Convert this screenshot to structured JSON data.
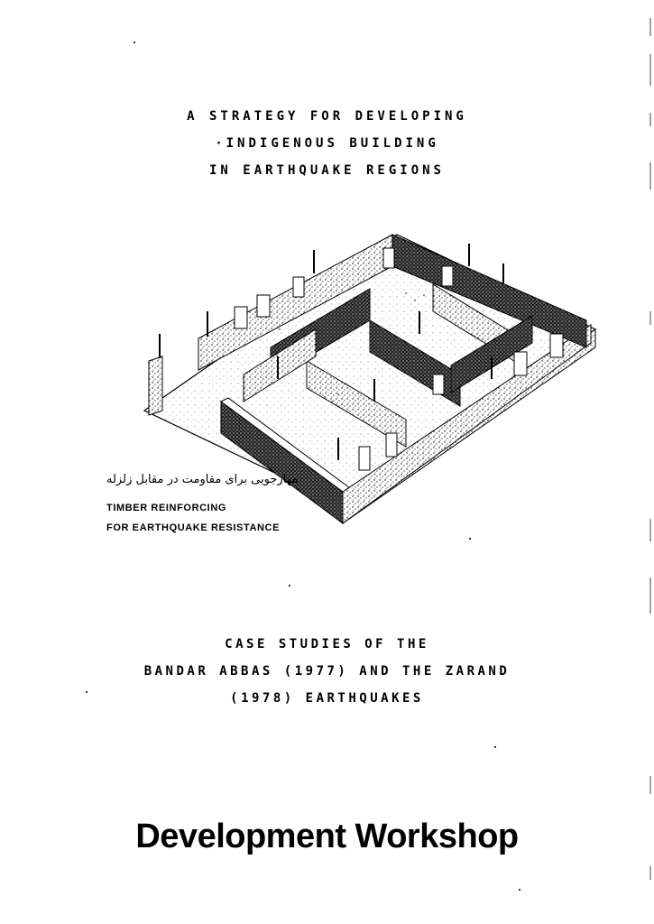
{
  "title": {
    "lines": [
      "A STRATEGY FOR DEVELOPING",
      "·INDIGENOUS BUILDING",
      "IN EARTHQUAKE REGIONS"
    ]
  },
  "illustration": {
    "caption_persian": "مهارجویی برای مقاومت در مقابل زلزله",
    "caption_lines": [
      "TIMBER  REINFORCING",
      "FOR  EARTHQUAKE  RESISTANCE"
    ]
  },
  "case_studies": {
    "lines": [
      "CASE STUDIES OF THE",
      "BANDAR ABBAS (1977) AND THE ZARAND",
      "(1978) EARTHQUAKES"
    ]
  },
  "publisher": "Development Workshop"
}
